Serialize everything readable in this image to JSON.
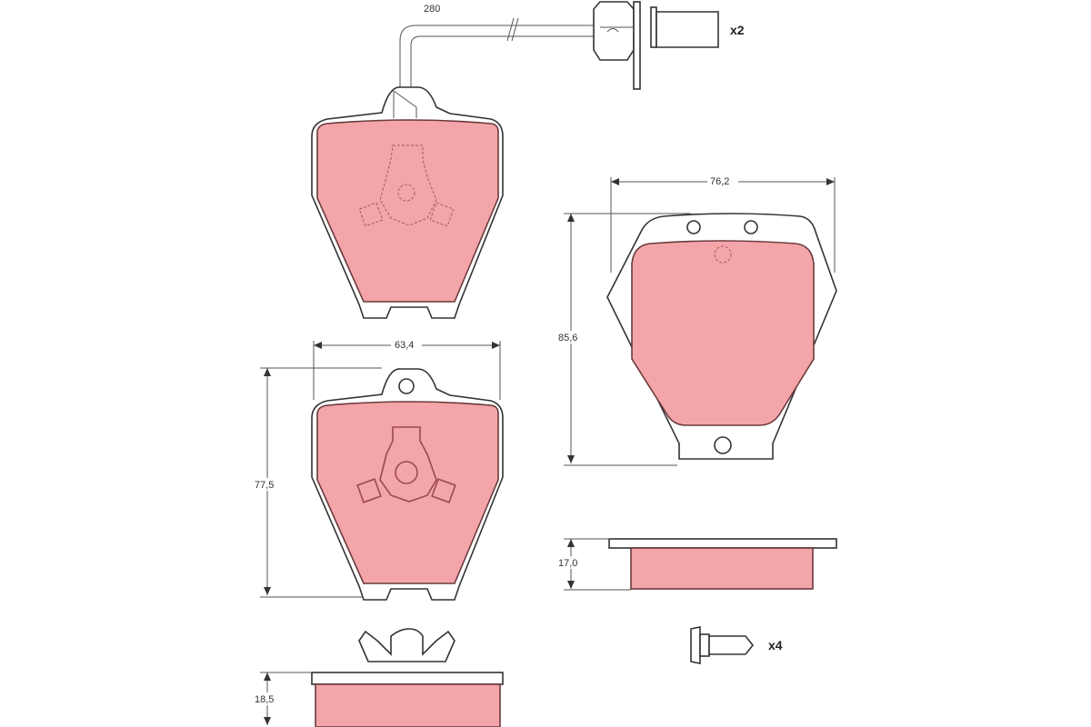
{
  "dimensions": {
    "sensor_length": "280",
    "width_right_pad": "76,2",
    "height_right_pad": "85,6",
    "width_left_pad": "63,4",
    "height_left_pad": "77,5",
    "thickness_right_pad": "17,0",
    "thickness_left_pad": "18,5"
  },
  "quantities": {
    "sensor": "x2",
    "bolt": "x4"
  },
  "colors": {
    "friction": "#f4a5a9",
    "outline": "#333333"
  }
}
